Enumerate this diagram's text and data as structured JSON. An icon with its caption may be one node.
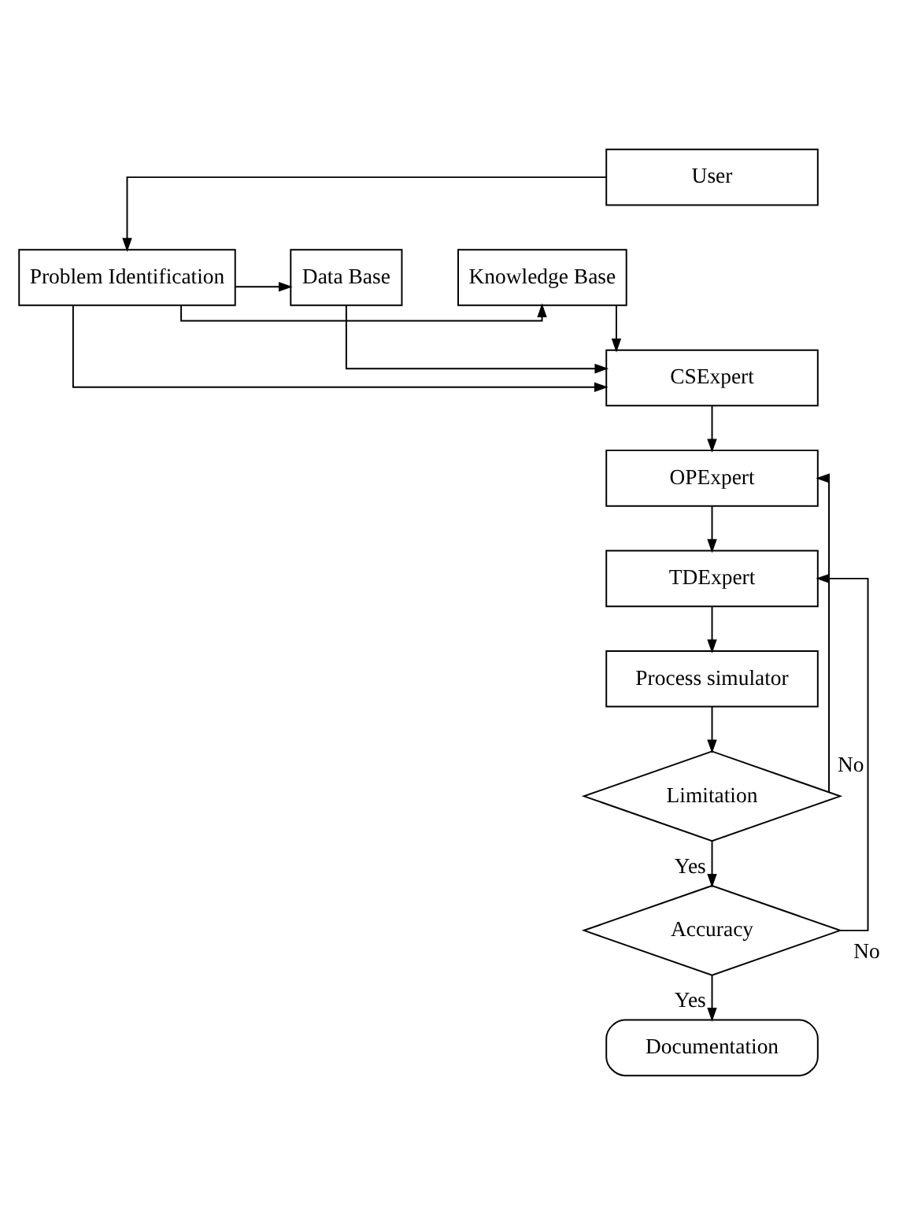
{
  "diagram": {
    "nodes": [
      {
        "text": [
          "User"
        ]
      },
      {
        "text": [
          "Problem Identification"
        ]
      },
      {
        "text": [
          "Knowledge Base"
        ]
      },
      {
        "text": [
          "Data Base"
        ]
      },
      {
        "text": [
          "CSExpert"
        ]
      },
      {
        "text": [
          "OPExpert"
        ]
      },
      {
        "text": [
          "TDExpert"
        ]
      },
      {
        "text": [
          "Process simulator"
        ]
      },
      {
        "text": [
          "Limitation"
        ]
      },
      {
        "text": [
          "Accuracy"
        ]
      },
      {
        "text": [
          "Documentation"
        ]
      }
    ],
    "edges": [
      {
        "from": 0,
        "to": 1,
        "arrow": "to"
      },
      {
        "from": 1,
        "to": 2,
        "arrow": "to"
      },
      {
        "from": 1,
        "to": 3,
        "arrow": "to"
      },
      {
        "from": 1,
        "to": 4,
        "arrow": "to"
      },
      {
        "from": 2,
        "to": 4,
        "arrow": "to"
      },
      {
        "from": 3,
        "to": 4,
        "arrow": "to"
      },
      {
        "from": 4,
        "to": 5,
        "arrow": "to"
      },
      {
        "from": 5,
        "to": 6,
        "arrow": "to"
      },
      {
        "from": 6,
        "to": 7,
        "arrow": "to"
      },
      {
        "from": 7,
        "to": 8,
        "arrow": "to"
      },
      {
        "from": 8,
        "to": 5,
        "arrow": "to",
        "label": "No"
      },
      {
        "from": 8,
        "to": 9,
        "arrow": "to",
        "label": "Yes"
      },
      {
        "from": 9,
        "to": 6,
        "arrow": "to",
        "label": "No"
      },
      {
        "from": 9,
        "to": 10,
        "arrow": "to",
        "label": "Yes"
      }
    ]
  }
}
